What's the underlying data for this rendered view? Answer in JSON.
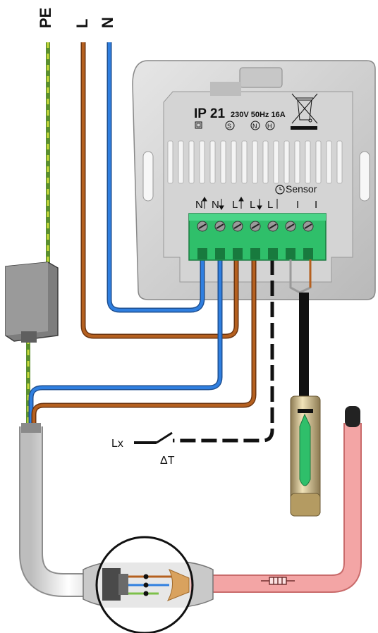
{
  "wires": {
    "pe": "PE",
    "l": "L",
    "n": "N"
  },
  "thermostat": {
    "ip_rating": "IP 21",
    "electrical_rating": "230V 50Hz 16A",
    "symbols": [
      "S",
      "N",
      "H"
    ],
    "sensor_label": "Sensor",
    "terminals": [
      "N",
      "N",
      "L",
      "L",
      "L",
      "I",
      "I"
    ]
  },
  "switch": {
    "lx_label": "Lx",
    "delta_t_label": "ΔT"
  },
  "colors": {
    "brown": "#a0521b",
    "blue": "#1f6fd1",
    "green_yellow": "#7cc04a",
    "terminal_green": "#2fbf6a",
    "plate_grey": "#cfcfcf",
    "heating_cable": "#f19a9a",
    "black": "#111111"
  }
}
